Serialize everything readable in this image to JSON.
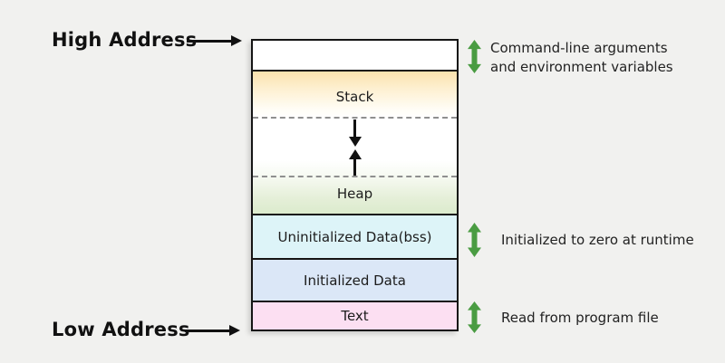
{
  "diagram_title": "process-memory-layout",
  "address_labels": {
    "high": "High Address",
    "low": "Low Address"
  },
  "memory_box": {
    "segments": [
      {
        "id": "args",
        "label": "",
        "color": "#ffffff"
      },
      {
        "id": "stack",
        "label": "Stack",
        "color": "#fbe2ad",
        "gradient": "orange fading down to white"
      },
      {
        "id": "heap",
        "label": "Heap",
        "color": "#dbebcd",
        "gradient": "white fading down to green"
      },
      {
        "id": "bss",
        "label": "Uninitialized Data(bss)",
        "color": "#ddf4f8"
      },
      {
        "id": "data",
        "label": "Initialized Data",
        "color": "#dbe7f7"
      },
      {
        "id": "text",
        "label": "Text",
        "color": "#fcdff2"
      }
    ],
    "growth_arrows": [
      "stack-grows-down",
      "heap-grows-up"
    ]
  },
  "annotations": {
    "args_line1": "Command-line arguments",
    "args_line2": "and environment variables",
    "bss": "Initialized to zero at runtime",
    "text": "Read from program file"
  },
  "colors": {
    "background": "#f1f1ef",
    "box_border": "#151515",
    "annotation_arrow_green": "#4a9c42",
    "dashed_line_gray": "#8f8f8f"
  }
}
